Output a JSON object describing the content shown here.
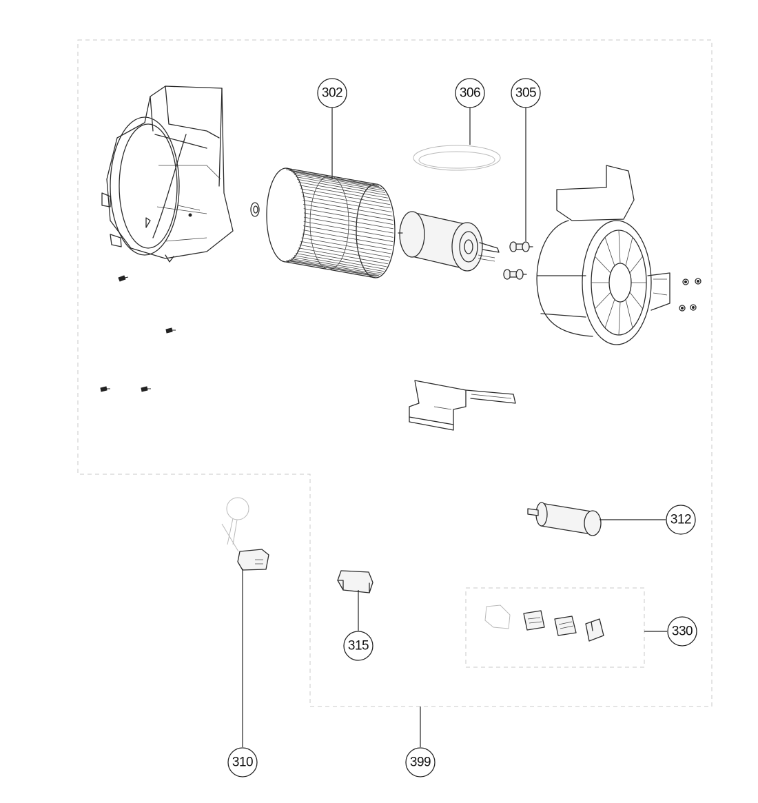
{
  "callouts": [
    {
      "id": "302",
      "label": "302"
    },
    {
      "id": "306",
      "label": "306"
    },
    {
      "id": "305",
      "label": "305"
    },
    {
      "id": "312",
      "label": "312"
    },
    {
      "id": "330",
      "label": "330"
    },
    {
      "id": "315",
      "label": "315"
    },
    {
      "id": "310",
      "label": "310"
    },
    {
      "id": "399",
      "label": "399"
    }
  ],
  "colors": {
    "line": "#2a2a2a",
    "dashed_boundary": "#c8c8c8",
    "background": "#ffffff"
  }
}
